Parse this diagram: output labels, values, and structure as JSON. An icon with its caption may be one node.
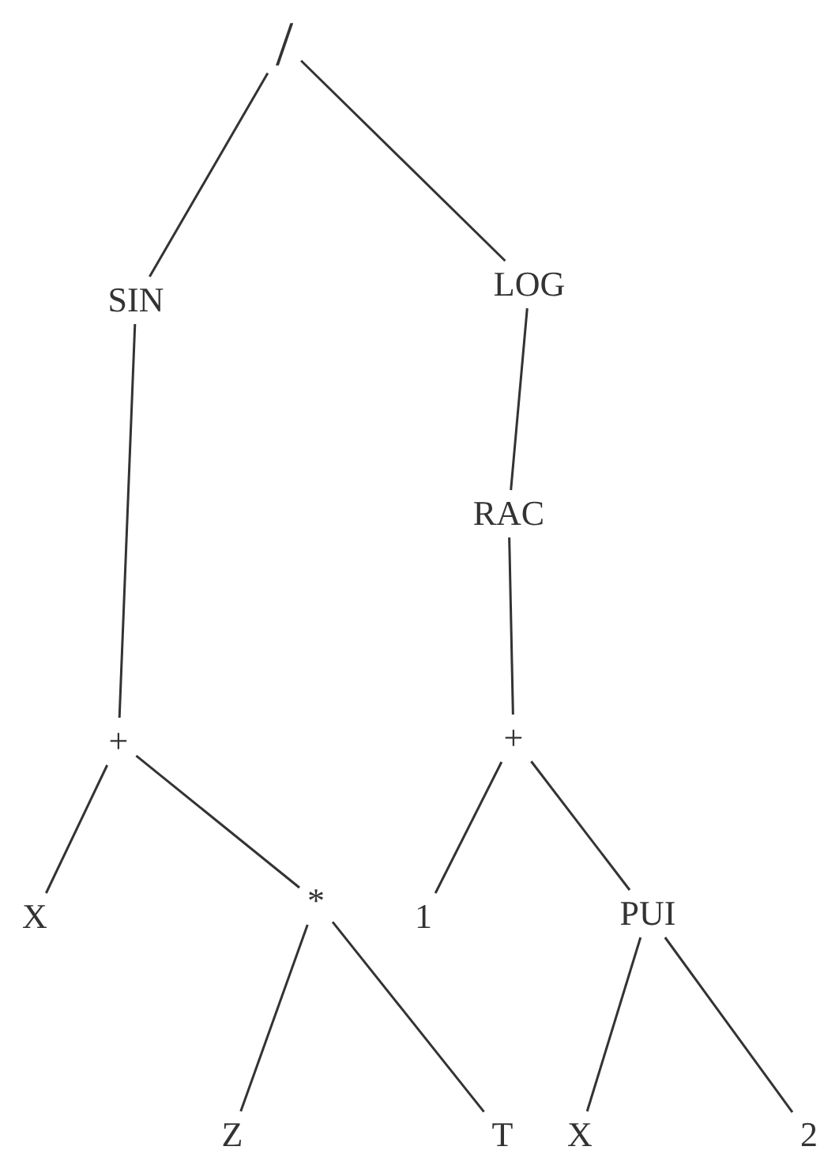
{
  "diagram": {
    "nodes": [
      {
        "text": [
          "/"
        ]
      },
      {
        "text": [
          "SIN"
        ]
      },
      {
        "text": [
          "LOG"
        ]
      },
      {
        "text": [
          "RAC"
        ]
      },
      {
        "text": [
          "+"
        ]
      },
      {
        "text": [
          "+"
        ]
      },
      {
        "text": [
          "X"
        ]
      },
      {
        "text": [
          "*"
        ]
      },
      {
        "text": [
          "1"
        ]
      },
      {
        "text": [
          "PUI"
        ]
      },
      {
        "text": [
          "Z"
        ]
      },
      {
        "text": [
          "T"
        ]
      },
      {
        "text": [
          "X"
        ]
      },
      {
        "text": [
          "2"
        ]
      }
    ],
    "edges": [
      {
        "from": 0,
        "to": 1,
        "arrow": "none"
      },
      {
        "from": 0,
        "to": 2,
        "arrow": "none"
      },
      {
        "from": 1,
        "to": 4,
        "arrow": "none"
      },
      {
        "from": 2,
        "to": 3,
        "arrow": "none"
      },
      {
        "from": 3,
        "to": 5,
        "arrow": "none"
      },
      {
        "from": 4,
        "to": 6,
        "arrow": "none"
      },
      {
        "from": 4,
        "to": 7,
        "arrow": "none"
      },
      {
        "from": 5,
        "to": 8,
        "arrow": "none"
      },
      {
        "from": 5,
        "to": 9,
        "arrow": "none"
      },
      {
        "from": 7,
        "to": 10,
        "arrow": "none"
      },
      {
        "from": 7,
        "to": 11,
        "arrow": "none"
      },
      {
        "from": 9,
        "to": 12,
        "arrow": "none"
      },
      {
        "from": 9,
        "to": 13,
        "arrow": "none"
      }
    ]
  }
}
